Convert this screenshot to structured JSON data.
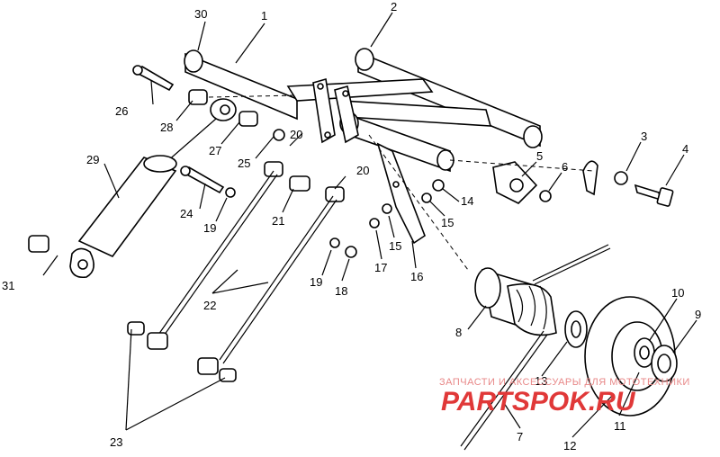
{
  "callouts": [
    {
      "id": "c1",
      "text": "1"
    },
    {
      "id": "c2",
      "text": "2"
    },
    {
      "id": "c3",
      "text": "3"
    },
    {
      "id": "c4",
      "text": "4"
    },
    {
      "id": "c5",
      "text": "5"
    },
    {
      "id": "c6",
      "text": "6"
    },
    {
      "id": "c7",
      "text": "7"
    },
    {
      "id": "c8",
      "text": "8"
    },
    {
      "id": "c9",
      "text": "9"
    },
    {
      "id": "c10",
      "text": "10"
    },
    {
      "id": "c11",
      "text": "11"
    },
    {
      "id": "c12",
      "text": "12"
    },
    {
      "id": "c13",
      "text": "13"
    },
    {
      "id": "c14",
      "text": "14"
    },
    {
      "id": "c15a",
      "text": "15"
    },
    {
      "id": "c15b",
      "text": "15"
    },
    {
      "id": "c16",
      "text": "16"
    },
    {
      "id": "c17",
      "text": "17"
    },
    {
      "id": "c18",
      "text": "18"
    },
    {
      "id": "c19a",
      "text": "19"
    },
    {
      "id": "c19b",
      "text": "19"
    },
    {
      "id": "c20a",
      "text": "20"
    },
    {
      "id": "c20b",
      "text": "20"
    },
    {
      "id": "c21",
      "text": "21"
    },
    {
      "id": "c22",
      "text": "22"
    },
    {
      "id": "c23",
      "text": "23"
    },
    {
      "id": "c24",
      "text": "24"
    },
    {
      "id": "c25",
      "text": "25"
    },
    {
      "id": "c26",
      "text": "26"
    },
    {
      "id": "c27",
      "text": "27"
    },
    {
      "id": "c28",
      "text": "28"
    },
    {
      "id": "c29",
      "text": "29"
    },
    {
      "id": "c30",
      "text": "30"
    },
    {
      "id": "c31",
      "text": "31"
    }
  ],
  "watermark": {
    "top_text": "ЗАПЧАСТИ И АКСЕССУАРЫ ДЛЯ МОТОТЕХНИКИ",
    "main_text": "PARTSPOK.RU"
  },
  "colors": {
    "ink": "#000000",
    "watermark": "#e03838"
  }
}
